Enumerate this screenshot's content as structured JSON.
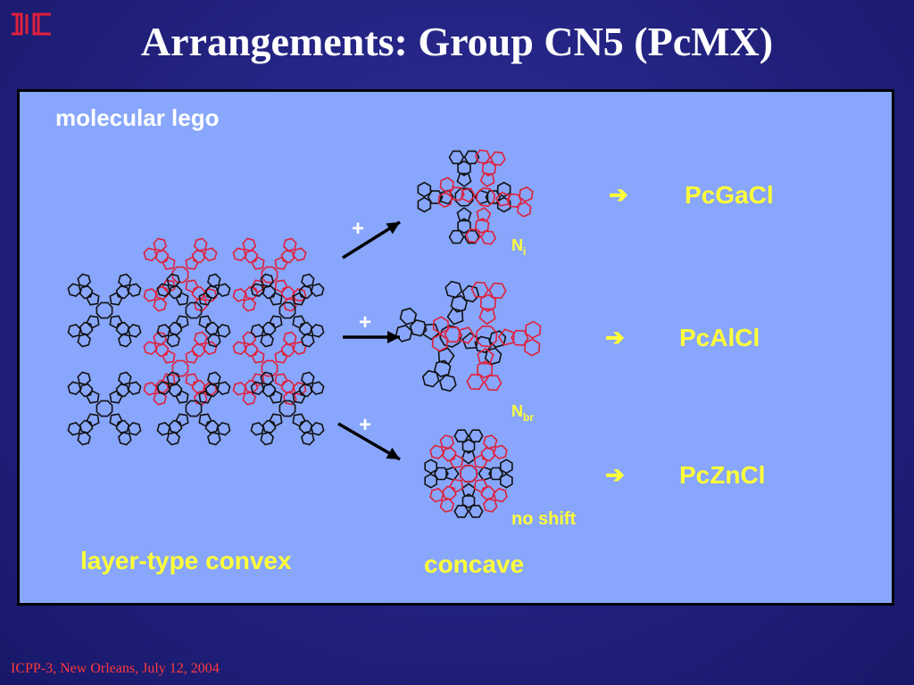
{
  "header": {
    "title": "Arrangements: Group CN5 (PcMX)"
  },
  "panel": {
    "heading": "molecular lego",
    "left_caption": "layer-type convex",
    "center_caption": "concave",
    "plus_signs": [
      "+",
      "+",
      "+"
    ],
    "shift_labels": {
      "top": {
        "main": "N",
        "sub": "i"
      },
      "middle": {
        "main": "N",
        "sub": "br"
      },
      "bottom": "no shift"
    },
    "compounds": [
      {
        "arrow": "➔",
        "name": "PcGaCl"
      },
      {
        "arrow": "➔",
        "name": "PcAlCl"
      },
      {
        "arrow": "➔",
        "name": "PcZnCl"
      }
    ]
  },
  "footer": {
    "text": "ICPP-3, New Orleans, July 12, 2004"
  },
  "colors": {
    "background": "#22227f",
    "panel": "#88a6fb",
    "accent_yellow": "#ffff3a",
    "molecule_red": "#e0203a",
    "footer_red": "#ff3a3a"
  }
}
